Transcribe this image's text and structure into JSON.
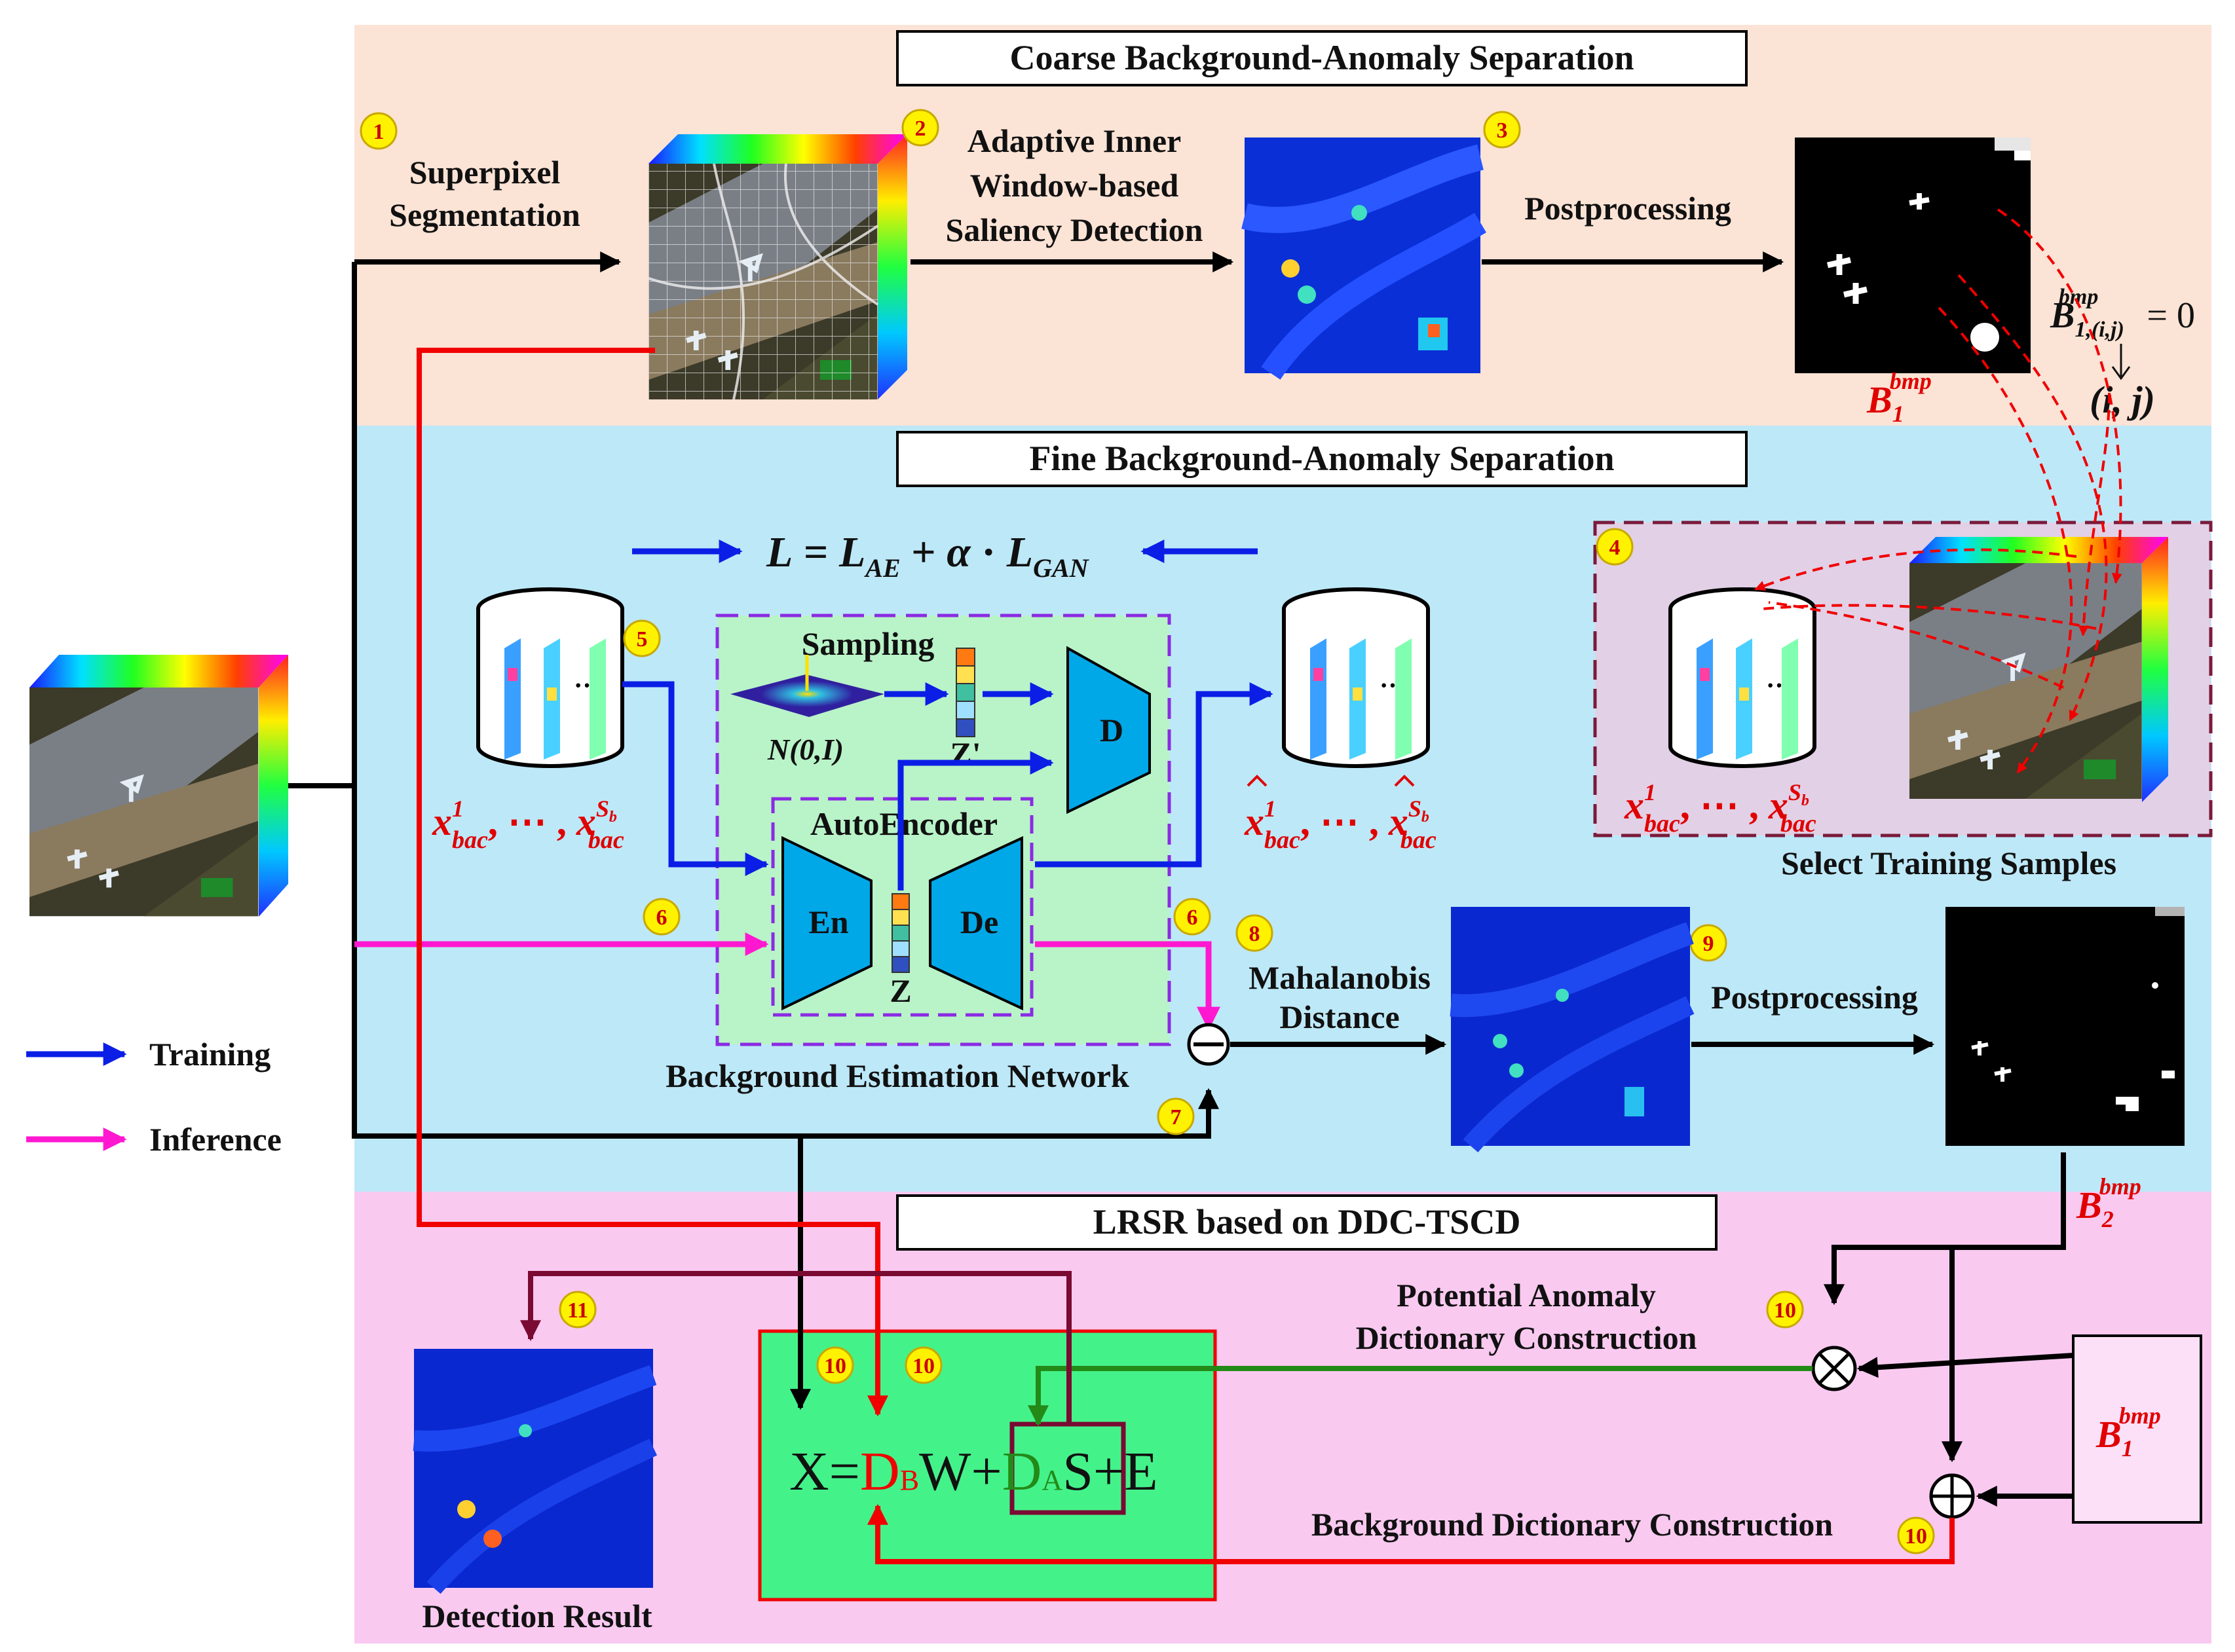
{
  "panels": {
    "coarse_title": "Coarse Background-Anomaly Separation",
    "fine_title": "Fine Background-Anomaly Separation",
    "lrsr_title": "LRSR based on DDC-TSCD"
  },
  "steps": {
    "s1": "1",
    "s2": "2",
    "s3": "3",
    "s4": "4",
    "s5": "5",
    "s6": "6",
    "s7": "7",
    "s8": "8",
    "s9": "9",
    "s10": "10",
    "s11": "11"
  },
  "labels": {
    "superpixel_1": "Superpixel",
    "superpixel_2": "Segmentation",
    "adaptive_1": "Adaptive Inner",
    "adaptive_2": "Window-based",
    "adaptive_3": "Saliency Detection",
    "postprocessing_1": "Postprocessing",
    "postprocessing_2": "Postprocessing",
    "select_training": "Select Training Samples",
    "sampling": "Sampling",
    "autoencoder": "AutoEncoder",
    "en": "En",
    "de": "De",
    "d": "D",
    "z": "Z",
    "z_prime": "Z'",
    "normal": "N(0,I)",
    "ben": "Background Estimation Network",
    "mahal_1": "Mahalanobis",
    "mahal_2": "Distance",
    "training": "Training",
    "inference": "Inference",
    "potential_1": "Potential Anomaly",
    "potential_2": "Dictionary Construction",
    "background_dict": "Background Dictionary Construction",
    "detection_result": "Detection Result",
    "loss": {
      "L": "L",
      "eq": " = ",
      "LAE": "L",
      "AE": "AE",
      "plus": " + ",
      "alpha": "α",
      "dot": " · ",
      "LGAN": "L",
      "GAN": "GAN"
    },
    "b1": {
      "base": "B",
      "sub": "1",
      "sup": "bmp"
    },
    "b2": {
      "base": "B",
      "sub": "2",
      "sup": "bmp"
    },
    "b1_box": {
      "base": "B",
      "sub": "1",
      "sup": "bmp"
    },
    "b1_cond": {
      "base": "B",
      "sub": "1,(i,j)",
      "sup": "bmp",
      "rest": " = 0"
    },
    "ij": "(i, j)",
    "xbac": {
      "x": "x",
      "sup1": "1",
      "sub": "bac",
      "dots": ", ⋯ , ",
      "supS": "S",
      "supSb": "b"
    },
    "equation": {
      "X": "X",
      "eq": "=",
      "DB": "D",
      "B": "B",
      "W": "W+",
      "DA": "D",
      "A": "A",
      "S": "S+E"
    }
  },
  "colors": {
    "coarse_bg": "#fbe3d5",
    "fine_bg": "#bde8f8",
    "lrsr_bg": "#f9c9f0",
    "training_arrow": "#0a1ee6",
    "inference_arrow": "#ff18d0",
    "red_line": "#f00000",
    "dark_red_line": "#7a0a32",
    "green_line": "#238a18",
    "green_box": "#44f28a",
    "network_bg": "#b9f3c8",
    "badge_fill": "#fff200"
  },
  "icons": [
    "hsi-cube-icon",
    "superpixel-cube-icon",
    "saliency-map-icon",
    "binary-map-icon",
    "sample-database-icon",
    "encoder-trapezoid-icon",
    "decoder-trapezoid-icon",
    "discriminator-icon",
    "gaussian-icon",
    "subtract-op-icon",
    "multiply-op-icon",
    "add-op-icon"
  ]
}
